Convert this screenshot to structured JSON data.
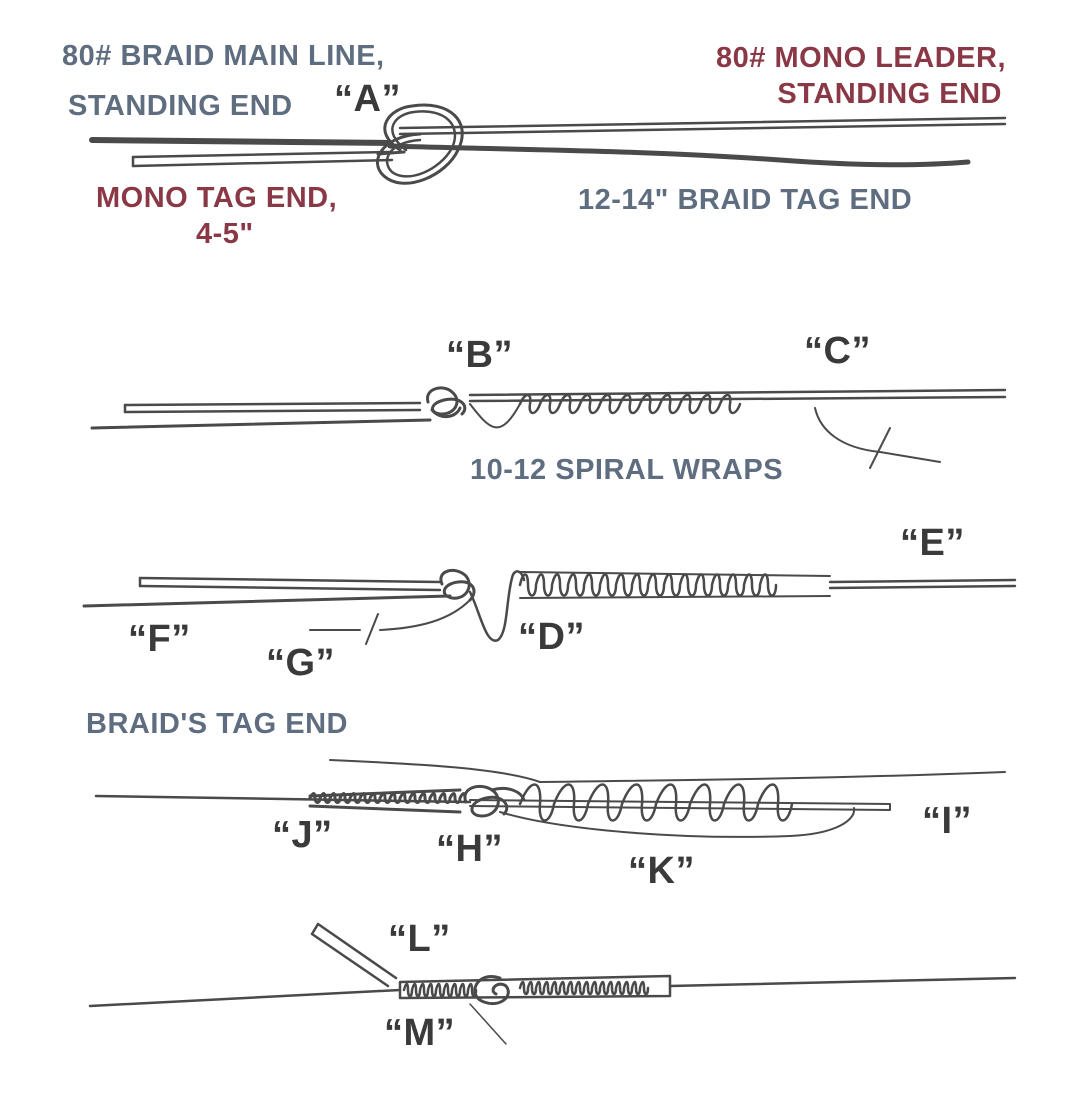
{
  "colors": {
    "braid_label": "#5f6d80",
    "mono_label": "#8a3846",
    "letter_label": "#3a3a3a",
    "line": "#4a4a4a",
    "background": "#ffffff"
  },
  "labels": {
    "braid_main_1": "80# BRAID MAIN LINE,",
    "braid_main_2": "STANDING END",
    "mono_leader_1": "80# MONO LEADER,",
    "mono_leader_2": "STANDING END",
    "mono_tag_1": "MONO TAG END,",
    "mono_tag_2": "4-5\"",
    "braid_tag": "12-14\" BRAID TAG END",
    "spiral_wraps": "10-12 SPIRAL WRAPS",
    "braids_tag_end": "BRAID'S TAG END"
  },
  "letters": {
    "A": "“A”",
    "B": "“B”",
    "C": "“C”",
    "D": "“D”",
    "E": "“E”",
    "F": "“F”",
    "G": "“G”",
    "H": "“H”",
    "I": "“I”",
    "J": "“J”",
    "K": "“K”",
    "L": "“L”",
    "M": "“M”"
  }
}
